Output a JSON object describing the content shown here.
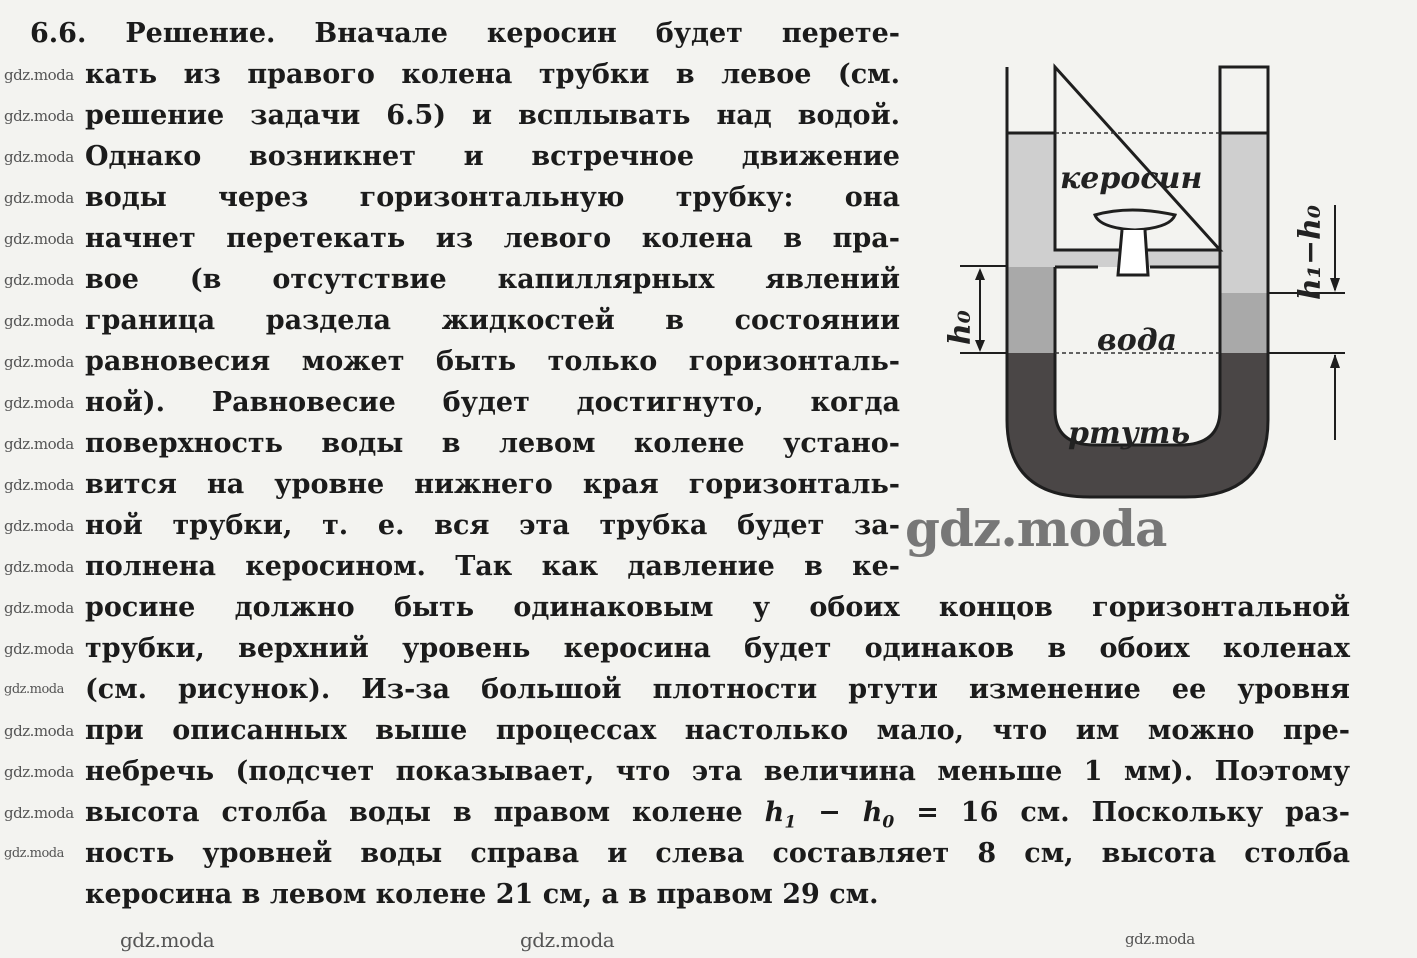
{
  "problem_number": "6.6.",
  "heading": "Решение.",
  "lines": [
    "Вначале керосин будет перете-",
    "кать из правого колена трубки в левое (см.",
    "решение задачи 6.5) и всплывать над водой.",
    "Однако возникнет и встречное движение",
    "воды через горизонтальную трубку: она",
    "начнет перетекать из левого колена в пра-",
    "вое (в отсутствие капиллярных явлений",
    "граница раздела жидкостей в состоянии",
    "равновесия может быть только горизонталь-",
    "ной). Равновесие будет достигнуто, когда",
    "поверхность воды в левом колене устано-",
    "вится на уровне нижнего края горизонталь-",
    "ной трубки, т. е. вся эта трубка будет за-",
    "полнена керосином. Так как давление в ке-",
    "росине должно быть одинаковым у обоих концов горизонтальной",
    "трубки, верхний уровень керосина будет одинаков в обоих коленах",
    "(см. рисунок). Из-за большой плотности ртути изменение ее уровня",
    "при описанных выше процессах настолько мало, что им можно пре-",
    "небречь (подсчет показывает, что эта величина меньше 1 мм). Поэтому",
    "ность уровней воды справа и слева составляет 8 см, высота столба",
    "керосина в левом колене 21 см, а в правом 29 см."
  ],
  "formula_line": {
    "before": "высота столба воды в правом колене ",
    "h1": "h",
    "h1_sub": "1",
    "minus": " − ",
    "h0": "h",
    "h0_sub": "0",
    "after": " = 16 см. Поскольку раз-"
  },
  "diagram": {
    "kerosene_label": "керосин",
    "water_label": "вода",
    "mercury_label": "ртуть",
    "h0_label": "h₀",
    "h1_minus_h0_label": "h₁−h₀",
    "colors": {
      "kerosene": "#cfcfcf",
      "water": "#a9a9a9",
      "mercury": "#4a4646",
      "outline": "#1e1e1e"
    }
  },
  "watermark": "gdz.moda"
}
